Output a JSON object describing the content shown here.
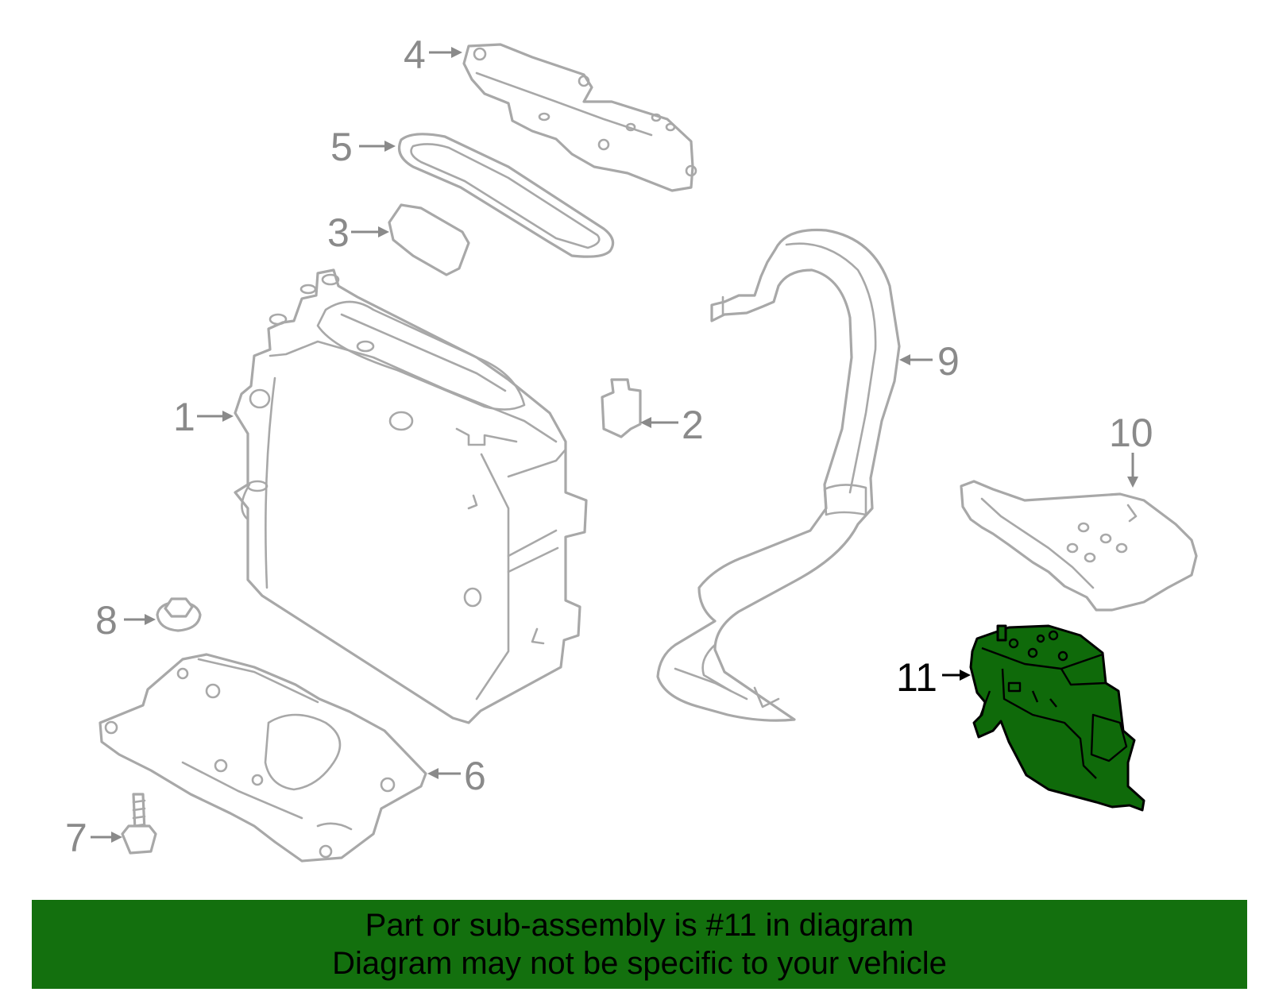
{
  "colors": {
    "highlight_fill": "#0f6a0a",
    "ghost_stroke": "#a8a8a8",
    "callout_text": "#8a8a8a",
    "banner_bg": "#13700e"
  },
  "callouts": {
    "c1": "1",
    "c2": "2",
    "c3": "3",
    "c4": "4",
    "c5": "5",
    "c6": "6",
    "c7": "7",
    "c8": "8",
    "c9": "9",
    "c10": "10",
    "c11": "11"
  },
  "highlighted_part": "11",
  "banner": {
    "line1": "Part or sub-assembly is #11 in diagram",
    "line2": "Diagram may not be specific to your vehicle"
  }
}
